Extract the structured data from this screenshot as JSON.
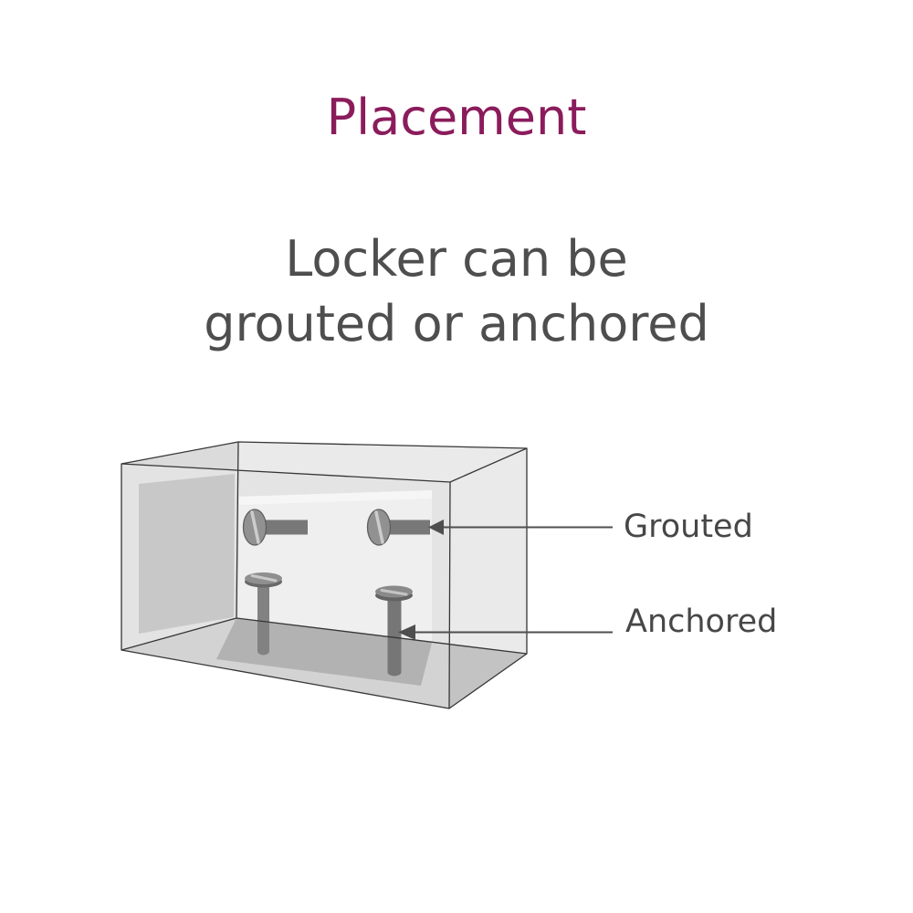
{
  "title": "Placement",
  "subtitle": {
    "line1": "Locker can be",
    "line2": "grouted or anchored"
  },
  "labels": {
    "grouted": "Grouted",
    "anchored": "Anchored"
  },
  "colors": {
    "title": "#8b1c5c",
    "subtitle": "#4e4e4e",
    "label": "#474747",
    "arrow": "#4f4f4f",
    "edge": "#363636"
  }
}
